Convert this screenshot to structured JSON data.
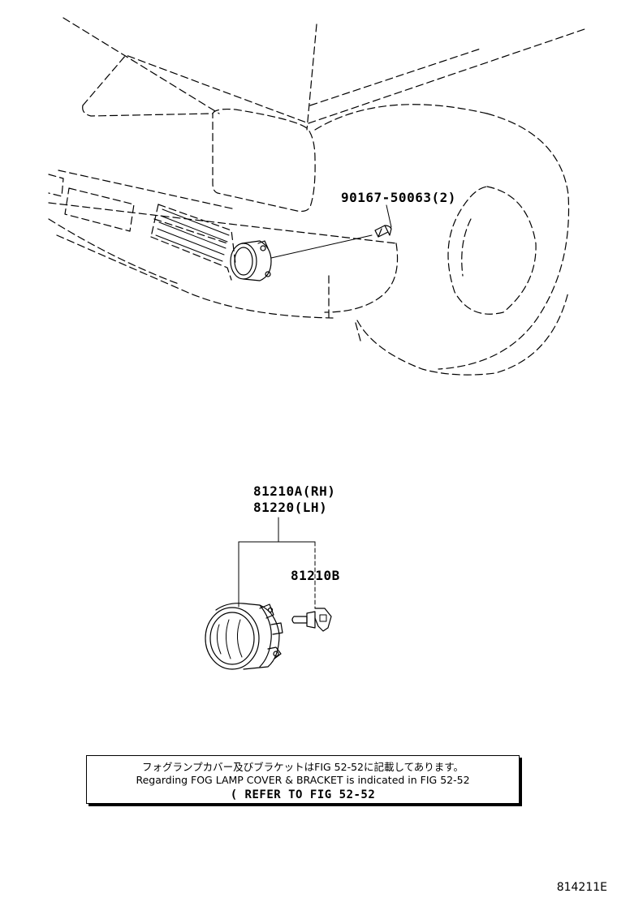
{
  "diagram": {
    "parts": {
      "bolt": "90167-50063(2)",
      "fog_lamp_rh": "81210A(RH)",
      "fog_lamp_lh": "81220(LH)",
      "bulb": "81210B"
    },
    "note": {
      "japanese": "フォグランプカバー及びブラケットはFIG 52-52に記載してあります。",
      "english": "Regarding FOG LAMP COVER & BRACKET is indicated in FIG 52-52",
      "reference": "( REFER TO FIG 52-52"
    },
    "figure_id": "814211E"
  }
}
